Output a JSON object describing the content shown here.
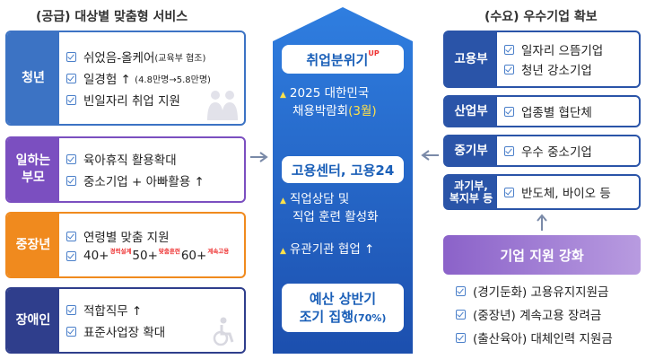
{
  "left_header": "(공급) 대상별 맞춤형 서비스",
  "right_header": "(수요) 우수기업 확보",
  "supply_groups": [
    {
      "label": "청년",
      "color": "#3c73c4",
      "items": [
        {
          "text": "쉬었음-올케어",
          "note": "(교육부 협조)"
        },
        {
          "text": "일경험 ↑",
          "note": "(4.8만명→5.8만명)"
        },
        {
          "text": "빈일자리 취업 지원"
        }
      ]
    },
    {
      "label": "일하는\n부모",
      "color": "#7b4fc0",
      "items": [
        {
          "text": "육아휴직 활용확대"
        },
        {
          "text": "중소기업 + 아빠활용 ↑"
        }
      ]
    },
    {
      "label": "중장년",
      "color": "#f08a1e",
      "items": [
        {
          "text": "연령별 맞춤 지원"
        },
        {
          "ages": [
            {
              "age": "40+",
              "tag": "경력설계"
            },
            {
              "age": "50+",
              "tag": "맞춤훈련"
            },
            {
              "age": "60+",
              "tag": "계속고용"
            }
          ]
        }
      ]
    },
    {
      "label": "장애인",
      "color": "#2f3e8c",
      "items": [
        {
          "text": "적합직무 ↑"
        },
        {
          "text": "표준사업장 확대"
        }
      ]
    }
  ],
  "center": {
    "box1_title": "취업분위기",
    "box1_sup": "UP",
    "item1_line1": "2025 대한민국",
    "item1_line2": "채용박람회",
    "item1_highlight": "(3월)",
    "box2_title": "고용센터, 고용24",
    "item2_line1": "직업상담 및",
    "item2_line2": "직업 훈련 활성화",
    "item3": "유관기관 협업 ↑",
    "box3_line1": "예산 상반기",
    "box3_line2": "조기 집행",
    "box3_pct": "(70%)"
  },
  "demand_groups": [
    {
      "label": "고용부",
      "items": [
        "일자리 으뜸기업",
        "청년 강소기업"
      ]
    },
    {
      "label": "산업부",
      "items": [
        "업종별 협단체"
      ]
    },
    {
      "label": "중기부",
      "items": [
        "우수 중소기업"
      ]
    },
    {
      "label": "과기부,\n복지부 등",
      "items": [
        "반도체, 바이오 등"
      ]
    }
  ],
  "support": {
    "title": "기업 지원 강화",
    "items": [
      "(경기둔화) 고용유지지원금",
      "(중장년) 계속고용 장려금",
      "(출산육아) 대체인력 지원금"
    ]
  }
}
